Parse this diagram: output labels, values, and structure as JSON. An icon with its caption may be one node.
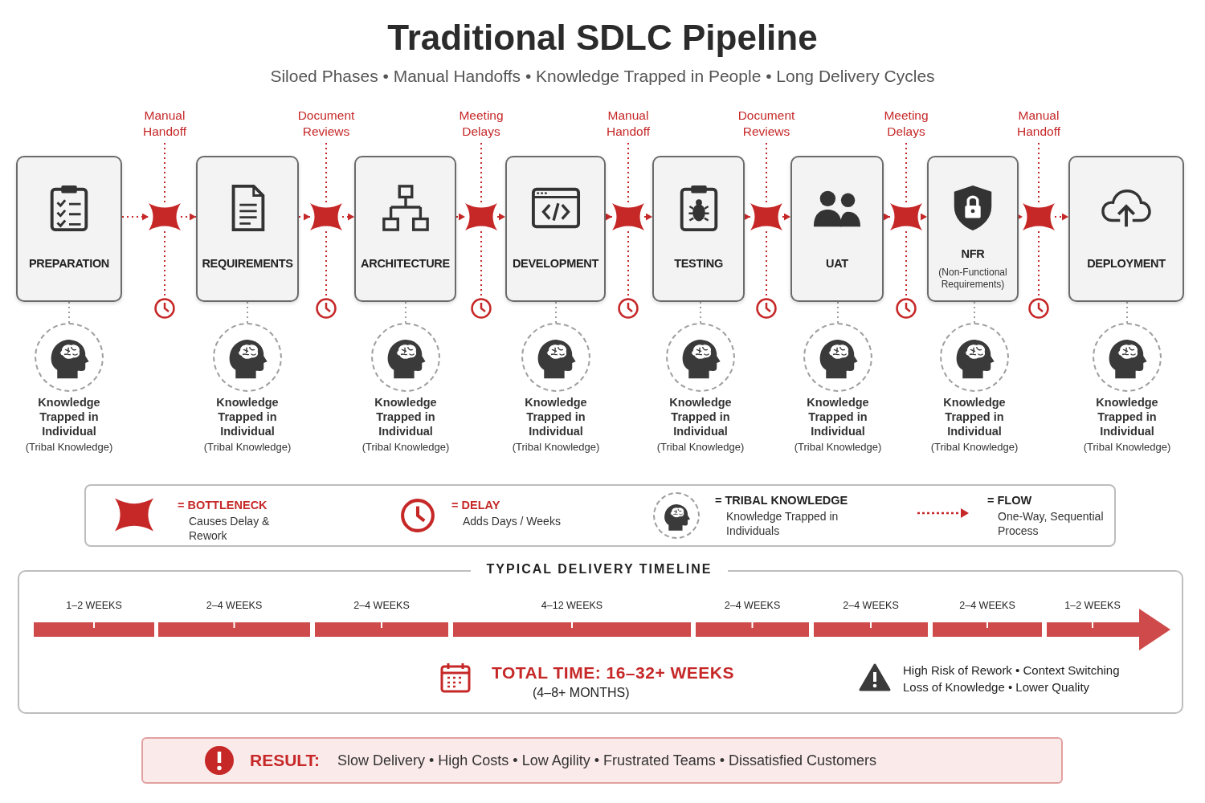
{
  "diagram": {
    "title": "Traditional SDLC Pipeline",
    "nodes": [
      {
        "text": [
          "PREPARATION"
        ]
      },
      {
        "text": [
          "REQUIREMENTS"
        ]
      },
      {
        "text": [
          "ARCHITECTURE"
        ]
      },
      {
        "text": [
          "DEVELOPMENT"
        ]
      },
      {
        "text": [
          "TESTING"
        ]
      },
      {
        "text": [
          "UAT"
        ]
      },
      {
        "text": [
          "NFR",
          "(Non-Functional Requirements)"
        ]
      },
      {
        "text": [
          "DEPLOYMENT"
        ]
      },
      {
        "text": [],
        "shape": "star"
      },
      {
        "text": [],
        "shape": "star"
      },
      {
        "text": [],
        "shape": "star"
      },
      {
        "text": [],
        "shape": "star"
      },
      {
        "text": [],
        "shape": "star"
      },
      {
        "text": [],
        "shape": "star"
      },
      {
        "text": [],
        "shape": "star"
      },
      {
        "text": [],
        "shape": "clock"
      },
      {
        "text": [],
        "shape": "clock"
      },
      {
        "text": [],
        "shape": "clock"
      },
      {
        "text": [],
        "shape": "clock"
      },
      {
        "text": [],
        "shape": "clock"
      },
      {
        "text": [],
        "shape": "clock"
      },
      {
        "text": [],
        "shape": "clock"
      },
      {
        "text": [],
        "shape": "circle",
        "beside": [
          "Knowledge Trapped in Individual",
          "(Tribal Knowledge)"
        ]
      },
      {
        "text": [],
        "shape": "circle",
        "beside": [
          "Knowledge Trapped in Individual",
          "(Tribal Knowledge)"
        ]
      },
      {
        "text": [],
        "shape": "circle",
        "beside": [
          "Knowledge Trapped in Individual",
          "(Tribal Knowledge)"
        ]
      },
      {
        "text": [],
        "shape": "circle",
        "beside": [
          "Knowledge Trapped in Individual",
          "(Tribal Knowledge)"
        ]
      },
      {
        "text": [],
        "shape": "circle",
        "beside": [
          "Knowledge Trapped in Individual",
          "(Tribal Knowledge)"
        ]
      },
      {
        "text": [],
        "shape": "circle",
        "beside": [
          "Knowledge Trapped in Individual",
          "(Tribal Knowledge)"
        ]
      },
      {
        "text": [],
        "shape": "circle",
        "beside": [
          "Knowledge Trapped in Individual",
          "(Tribal Knowledge)"
        ]
      },
      {
        "text": [],
        "shape": "circle",
        "beside": [
          "Knowledge Trapped in Individual",
          "(Tribal Knowledge)"
        ]
      },
      {
        "text": [
          "Manual Handoff"
        ]
      },
      {
        "text": [
          "Document Reviews"
        ]
      },
      {
        "text": [
          "Meeting Delays"
        ]
      },
      {
        "text": [
          "Manual Handoff"
        ]
      },
      {
        "text": [
          "Document Reviews"
        ]
      },
      {
        "text": [
          "Meeting Delays"
        ]
      },
      {
        "text": [
          "Manual Handoff"
        ]
      }
    ],
    "edges": [
      {
        "from": 0,
        "to": 8,
        "arrow": "to",
        "style": "dashed"
      },
      {
        "from": 8,
        "to": 1,
        "arrow": "to",
        "style": "dashed"
      },
      {
        "from": 1,
        "to": 9,
        "arrow": "to",
        "style": "dashed"
      },
      {
        "from": 9,
        "to": 2,
        "arrow": "to",
        "style": "dashed"
      },
      {
        "from": 2,
        "to": 10,
        "arrow": "to",
        "style": "dashed"
      },
      {
        "from": 10,
        "to": 3,
        "arrow": "to",
        "style": "dashed"
      },
      {
        "from": 3,
        "to": 11,
        "arrow": "to",
        "style": "dashed"
      },
      {
        "from": 11,
        "to": 4,
        "arrow": "to",
        "style": "dashed"
      },
      {
        "from": 4,
        "to": 12,
        "arrow": "to",
        "style": "dashed"
      },
      {
        "from": 12,
        "to": 5,
        "arrow": "to",
        "style": "dashed"
      },
      {
        "from": 5,
        "to": 13,
        "arrow": "to",
        "style": "dashed"
      },
      {
        "from": 13,
        "to": 6,
        "arrow": "to",
        "style": "dashed"
      },
      {
        "from": 6,
        "to": 14,
        "arrow": "to",
        "style": "dashed"
      },
      {
        "from": 14,
        "to": 7,
        "arrow": "to",
        "style": "dashed"
      },
      {
        "from": 8,
        "to": 15,
        "arrow": "none",
        "style": "dashed"
      },
      {
        "from": 9,
        "to": 16,
        "arrow": "none",
        "style": "dashed"
      },
      {
        "from": 10,
        "to": 17,
        "arrow": "none",
        "style": "dashed"
      },
      {
        "from": 11,
        "to": 18,
        "arrow": "none",
        "style": "dashed"
      },
      {
        "from": 12,
        "to": 19,
        "arrow": "none",
        "style": "dashed"
      },
      {
        "from": 13,
        "to": 20,
        "arrow": "none",
        "style": "dashed"
      },
      {
        "from": 14,
        "to": 21,
        "arrow": "none",
        "style": "dashed"
      },
      {
        "from": 0,
        "to": 22,
        "arrow": "none",
        "style": "dashed",
        "color": "#9e9e9e"
      },
      {
        "from": 1,
        "to": 23,
        "arrow": "none",
        "style": "dashed",
        "color": "#9e9e9e"
      },
      {
        "from": 2,
        "to": 24,
        "arrow": "none",
        "style": "dashed",
        "color": "#9e9e9e"
      },
      {
        "from": 3,
        "to": 25,
        "arrow": "none",
        "style": "dashed",
        "color": "#9e9e9e"
      },
      {
        "from": 4,
        "to": 26,
        "arrow": "none",
        "style": "dashed",
        "color": "#9e9e9e"
      },
      {
        "from": 5,
        "to": 27,
        "arrow": "none",
        "style": "dashed",
        "color": "#9e9e9e"
      },
      {
        "from": 6,
        "to": 28,
        "arrow": "none",
        "style": "dashed",
        "color": "#9e9e9e"
      },
      {
        "from": 7,
        "to": 29,
        "arrow": "none",
        "style": "dashed",
        "color": "#9e9e9e"
      },
      {
        "from": 30,
        "to": 8,
        "arrow": "none",
        "style": "dashed"
      },
      {
        "from": 31,
        "to": 9,
        "arrow": "none",
        "style": "dashed"
      },
      {
        "from": 32,
        "to": 10,
        "arrow": "none",
        "style": "dashed"
      },
      {
        "from": 33,
        "to": 11,
        "arrow": "none",
        "style": "dashed"
      },
      {
        "from": 34,
        "to": 12,
        "arrow": "none",
        "style": "dashed"
      },
      {
        "from": 35,
        "to": 13,
        "arrow": "none",
        "style": "dashed"
      },
      {
        "from": 36,
        "to": 14,
        "arrow": "none",
        "style": "dashed"
      }
    ],
    "labels": [
      "Siloed Phases • Manual Handoffs • Knowledge Trapped in People • Long Delivery Cycles",
      "Causes Delay & Rework",
      "Adds Days / Weeks",
      "Knowledge Trapped in Individuals",
      "One-Way, Sequential Process",
      "TYPICAL DELIVERY TIMELINE",
      "1–2 WEEKS",
      "2–4 WEEKS",
      "2–4 WEEKS",
      "4–12 WEEKS",
      "2–4 WEEKS",
      "2–4 WEEKS",
      "2–4 WEEKS",
      "1–2 WEEKS",
      "TOTAL TIME: 16–32+ WEEKS",
      "(4–8+ MONTHS)",
      "High Risk of Rework • Context Switching",
      "Loss of Knowledge • Lower Quality",
      "RESULT:",
      "Slow Delivery • High Costs • Low Agility • Frustrated Teams • Dissatisfied Customers"
    ],
    "legend": [
      {
        "text": "= BOTTLENECK"
      },
      {
        "text": "= DELAY"
      },
      {
        "text": "= TRIBAL KNOWLEDGE"
      },
      {
        "text": "= FLOW"
      }
    ]
  }
}
